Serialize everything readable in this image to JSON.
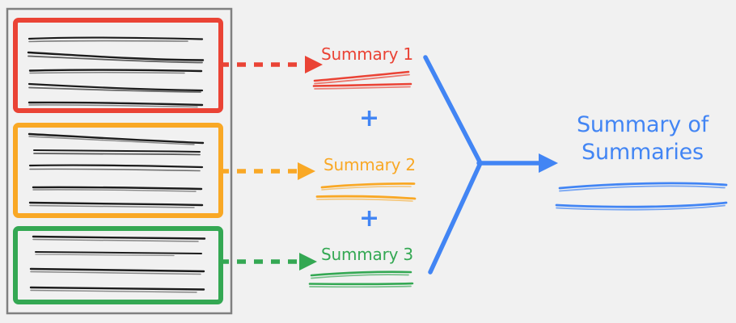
{
  "diagram": {
    "title": "Summary of Summaries hierarchical summarization diagram",
    "background_color": "#f1f1f1",
    "source_panel": {
      "name": "document-container",
      "border_color": "#808080",
      "documents": [
        {
          "id": "doc-1",
          "color": "#ea4335",
          "color_name": "red",
          "text_line_count": 5
        },
        {
          "id": "doc-2",
          "color": "#f9a825",
          "color_name": "orange",
          "text_line_count": 5
        },
        {
          "id": "doc-3",
          "color": "#34a853",
          "color_name": "green",
          "text_line_count": 4
        }
      ]
    },
    "summaries": [
      {
        "label": "Summary 1",
        "color": "#ea4335",
        "arrow_style": "dashed",
        "underline_count": 2
      },
      {
        "label": "Summary 2",
        "color": "#f9a825",
        "arrow_style": "dashed",
        "underline_count": 2
      },
      {
        "label": "Summary 3",
        "color": "#34a853",
        "arrow_style": "dashed",
        "underline_count": 2
      }
    ],
    "operators": [
      {
        "symbol": "+",
        "color": "#4285f4"
      },
      {
        "symbol": "+",
        "color": "#4285f4"
      }
    ],
    "merge": {
      "color": "#4285f4",
      "arrow_style": "solid",
      "shape": "three-way-converging"
    },
    "final_output": {
      "line_1": "Summary of",
      "line_2": "Summaries",
      "color": "#4285f4",
      "underline_count": 2
    }
  }
}
